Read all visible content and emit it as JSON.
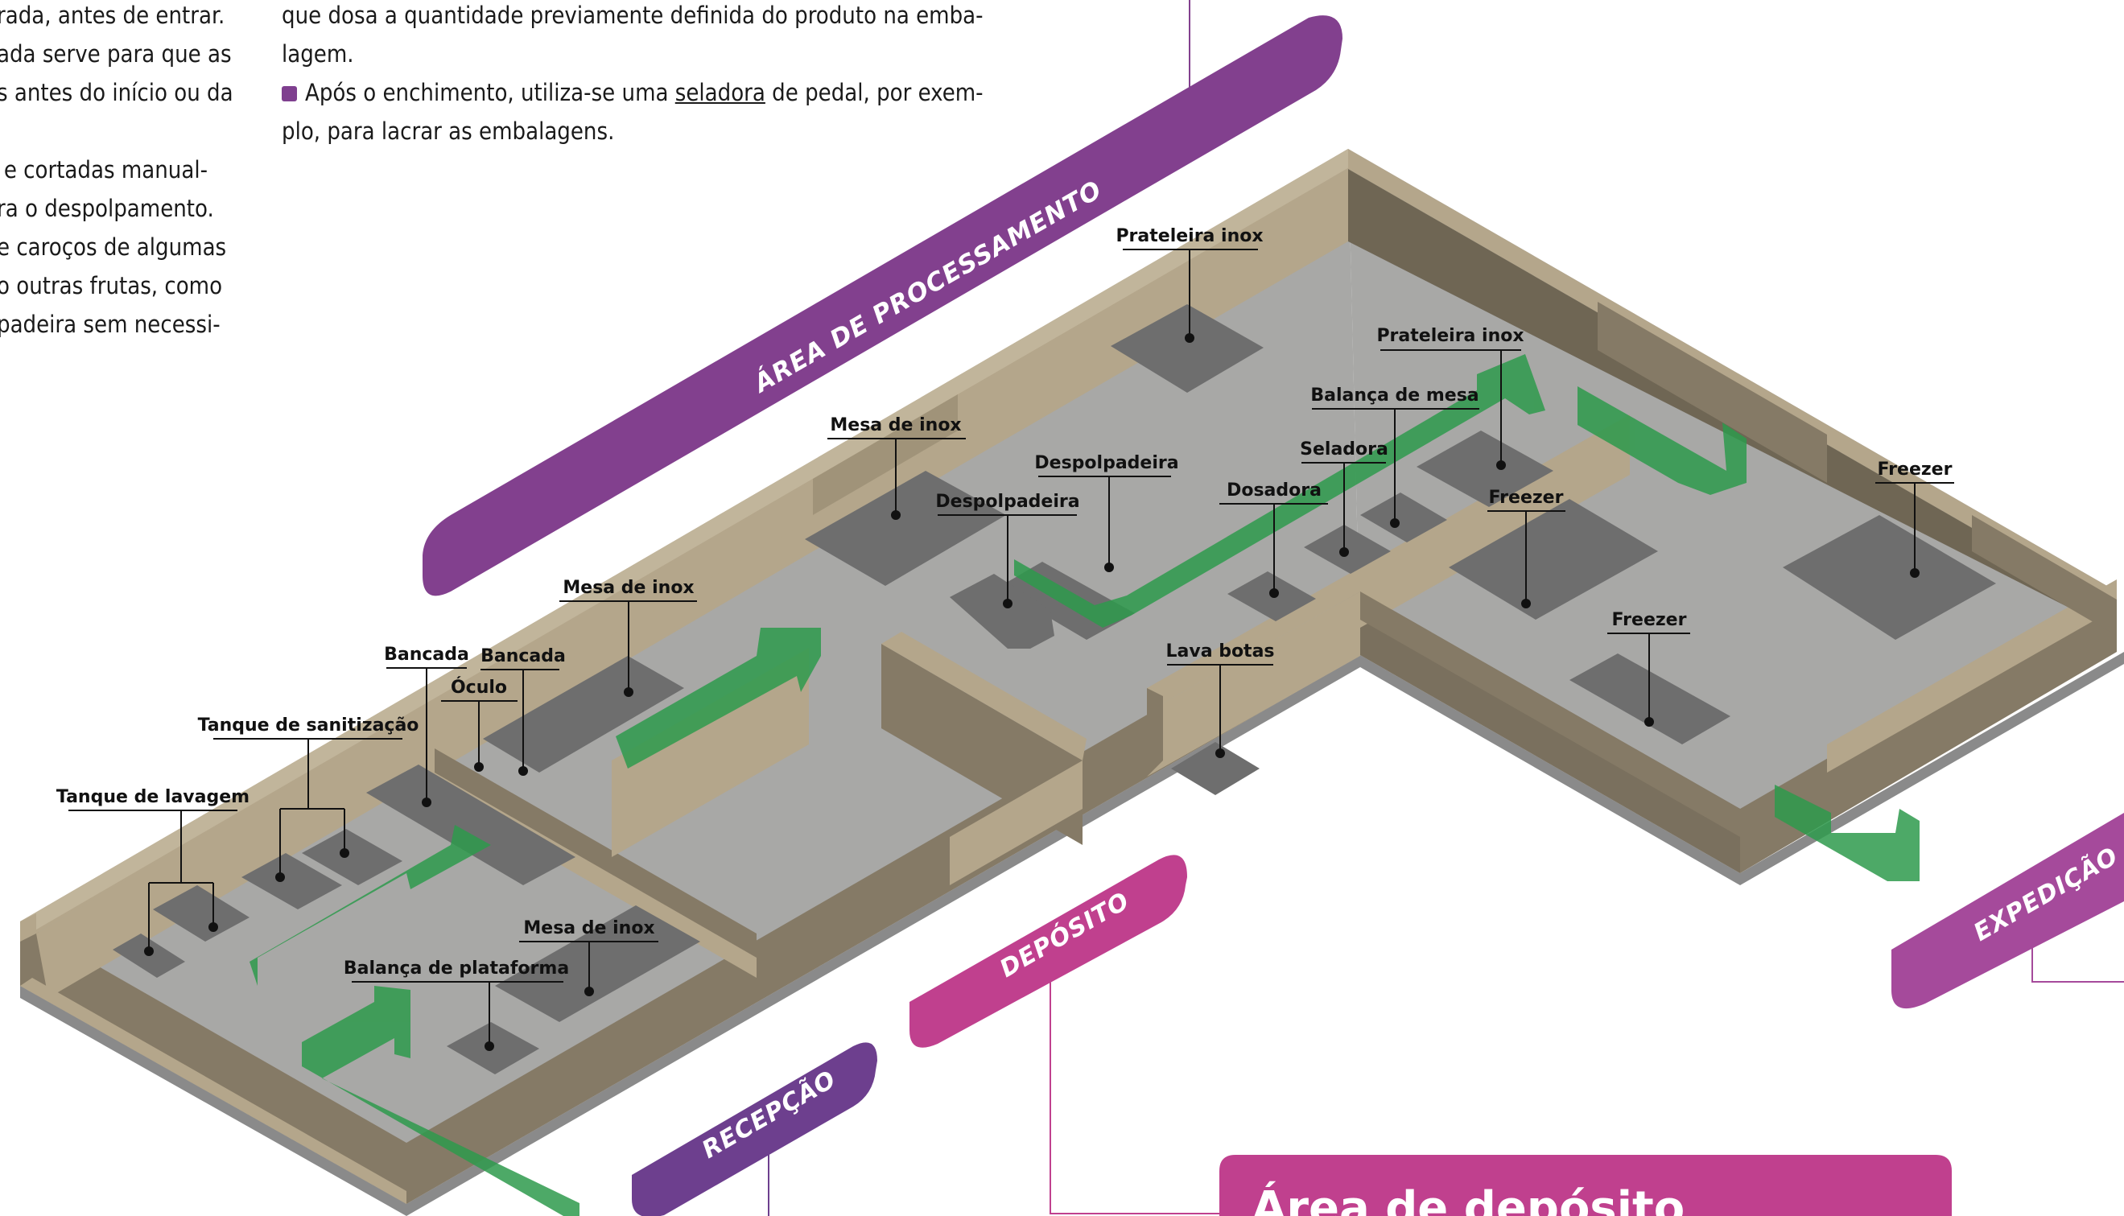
{
  "text_left": {
    "lines": [
      "rada, antes de entrar.",
      "ada serve para que as",
      "s antes do início ou da",
      "",
      "e cortadas manual-",
      "ra o despolpamento.",
      "e caroços de algumas",
      "o outras frutas, como",
      "padeira sem necessi-"
    ]
  },
  "text_mid": {
    "line1": "que dosa a quantidade previamente definida do produto na emba-",
    "line2": "lagem.",
    "bullet_before": "Após o enchimento, utiliza-se uma ",
    "bullet_link": "seladora",
    "bullet_after": " de pedal, por exem-",
    "line4": "plo, para lacrar as embalagens."
  },
  "zones": {
    "processamento": "ÁREA DE PROCESSAMENTO",
    "recepcao": "RECEPÇÃO",
    "deposito": "DEPÓSITO",
    "expedicao": "EXPEDIÇÃO",
    "deposito_box_title": "Área de depósito"
  },
  "labels": {
    "prateleira_inox_1": "Prateleira inox",
    "prateleira_inox_2": "Prateleira inox",
    "balanca_de_mesa": "Balança de mesa",
    "seladora": "Seladora",
    "dosadora": "Dosadora",
    "despolpadeira_1": "Despolpadeira",
    "despolpadeira_2": "Despolpadeira",
    "mesa_de_inox_1": "Mesa de inox",
    "mesa_de_inox_2": "Mesa de inox",
    "mesa_de_inox_3": "Mesa de inox",
    "freezer_1": "Freezer",
    "freezer_2": "Freezer",
    "freezer_3": "Freezer",
    "lava_botas": "Lava botas",
    "bancada_1": "Bancada",
    "bancada_2": "Bancada",
    "oculo": "Óculo",
    "tanque_de_sanitizacao": "Tanque de sanitização",
    "tanque_de_lavagem": "Tanque de lavagem",
    "balanca_de_plataforma": "Balança de plataforma"
  },
  "colors": {
    "wall_top": "#b4a68b",
    "wall_side": "#857a66",
    "floor": "#a8a8a6",
    "equipment": "#6e6e6e",
    "flow_arrow": "#2e9a4c",
    "purple": "#82408e",
    "magenta": "#c0408e",
    "violet": "#6d3f8e"
  }
}
